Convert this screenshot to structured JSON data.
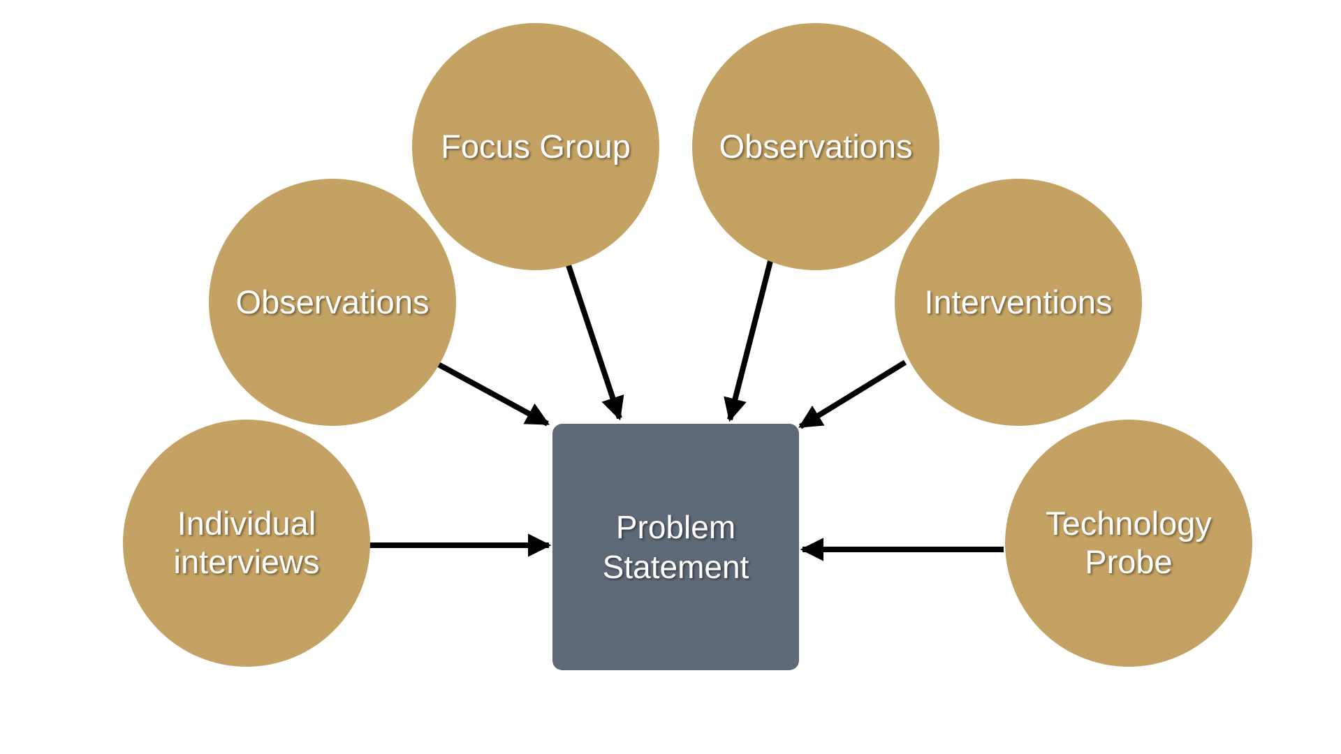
{
  "diagram": {
    "center": {
      "label": "Problem\nStatement"
    },
    "sources": [
      {
        "id": "observations-left",
        "label": "Observations"
      },
      {
        "id": "focus-group",
        "label": "Focus Group"
      },
      {
        "id": "observations-right",
        "label": "Observations"
      },
      {
        "id": "interventions",
        "label": "Interventions"
      },
      {
        "id": "individual-interviews",
        "label": "Individual\ninterviews"
      },
      {
        "id": "technology-probe",
        "label": "Technology\nProbe"
      }
    ],
    "colors": {
      "circle_fill": "#C4A263",
      "center_fill": "#5E6977",
      "arrow": "#000000",
      "text": "#FFFFFF"
    }
  }
}
